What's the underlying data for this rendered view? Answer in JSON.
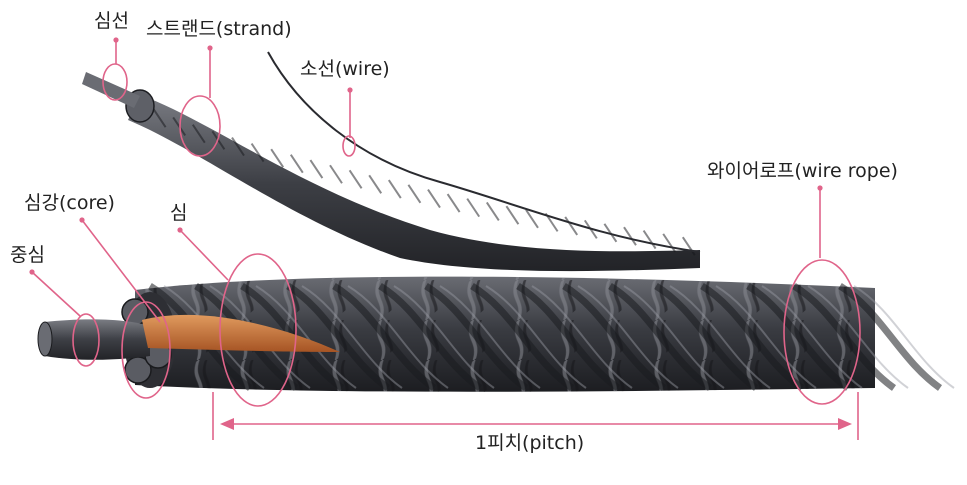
{
  "labels": {
    "core_wire": "심선",
    "strand": "스트랜드(strand)",
    "wire": "소선(wire)",
    "wire_rope": "와이어로프(wire rope)",
    "core_steel": "심강(core)",
    "core": "심",
    "center": "중심",
    "pitch": "1피치(pitch)"
  },
  "colors": {
    "accent": "#e0648a",
    "rope_dark": "#2a2b30",
    "rope_mid": "#4a4c53",
    "rope_light": "#8a8c93",
    "fiber_core": "#c6723a"
  }
}
